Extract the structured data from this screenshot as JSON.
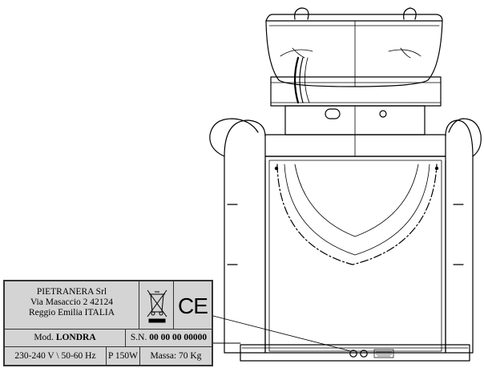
{
  "rating_plate": {
    "manufacturer": "PIETRANERA Srl",
    "address_line1": "Via Masaccio 2 42124",
    "address_line2": "Reggio Emilia ITALIA",
    "weee_symbol": "crossed-out-wheeled-bin-icon",
    "ce_mark": "CE",
    "model_label": "Mod.",
    "model_value": "LONDRA",
    "serial_label": "S.N.",
    "serial_value": "00 00 00 00000",
    "voltage": "230-240 V \\ 50-60 Hz",
    "power": "P 150W",
    "mass": "Massa: 70 Kg"
  },
  "colors": {
    "line": "#000000",
    "plate_background": "#d4d4d4"
  }
}
